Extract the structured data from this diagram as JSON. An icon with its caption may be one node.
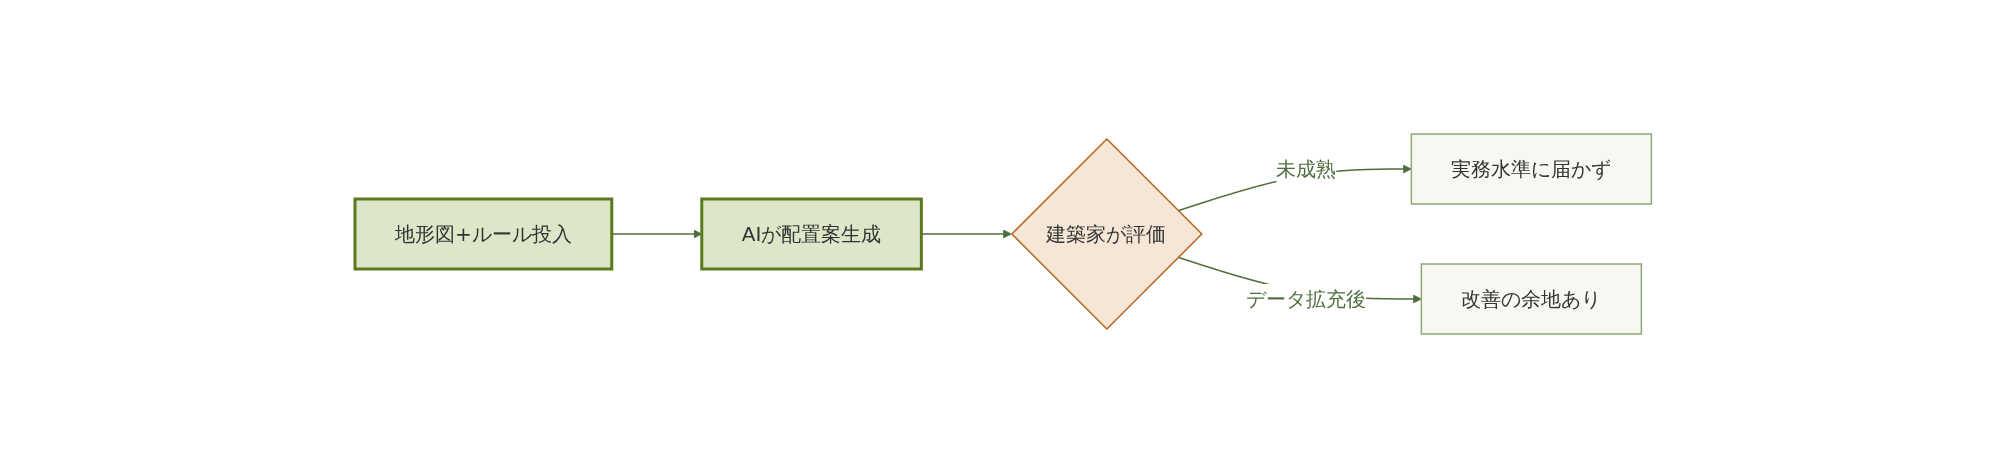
{
  "diagram": {
    "nodes": [
      {
        "text": [
          "地形図+ルール投入"
        ]
      },
      {
        "text": [
          "AIが配置案生成"
        ]
      },
      {
        "text": [
          "建築家が評価"
        ]
      },
      {
        "text": [
          "実務水準に届かず"
        ]
      },
      {
        "text": [
          "改善の余地あり"
        ]
      }
    ],
    "edges": [
      {
        "from": 0,
        "to": 1,
        "arrow": "to"
      },
      {
        "from": 1,
        "to": 2,
        "arrow": "to"
      },
      {
        "from": 2,
        "to": 3,
        "arrow": "to",
        "label": "未成熟"
      },
      {
        "from": 2,
        "to": 4,
        "arrow": "to",
        "label": "データ拡充後"
      }
    ]
  }
}
